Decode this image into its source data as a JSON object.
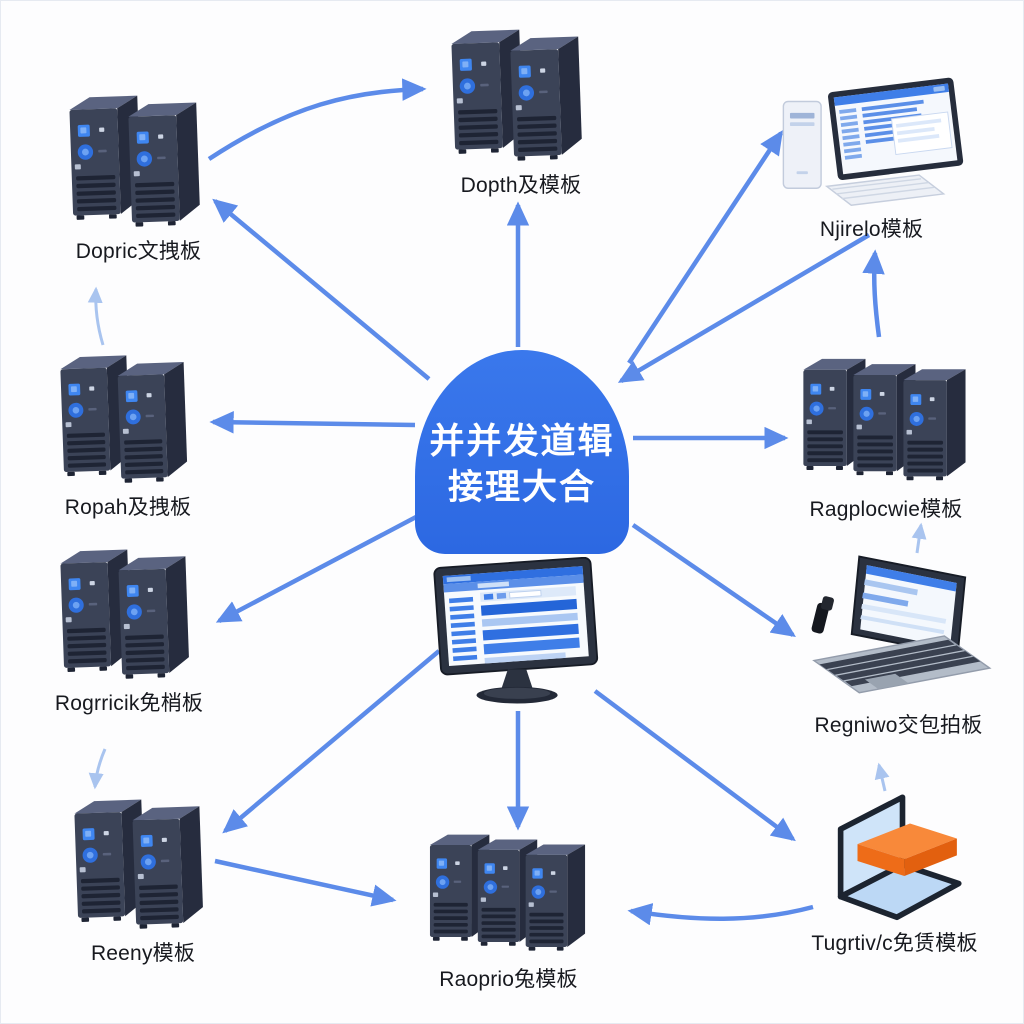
{
  "cloud": {
    "line1": "并并发道辑",
    "line2": "接理大合"
  },
  "nodes": [
    {
      "key": "top-left",
      "label": "Dopric文拽板",
      "icon": "server-pair-icon"
    },
    {
      "key": "top-center",
      "label": "Dopth及模板",
      "icon": "server-pair-icon"
    },
    {
      "key": "top-right",
      "label": "Njirelo模板",
      "icon": "desktop-computer-icon"
    },
    {
      "key": "mid-left",
      "label": "Ropah及拽板",
      "icon": "server-pair-icon"
    },
    {
      "key": "mid-right",
      "label": "Ragplocwie模板",
      "icon": "server-triple-icon"
    },
    {
      "key": "lower-left",
      "label": "Rogrricik免梢板",
      "icon": "server-pair-icon"
    },
    {
      "key": "center-bottom",
      "label": "",
      "icon": "monitor-icon"
    },
    {
      "key": "lower-right",
      "label": "Regniwo交包拍板",
      "icon": "laptop-icon"
    },
    {
      "key": "bottom-left",
      "label": "Reeny模板",
      "icon": "server-pair-icon"
    },
    {
      "key": "bottom-center",
      "label": "Raoprio兔模板",
      "icon": "server-triple-icon"
    },
    {
      "key": "bottom-right",
      "label": "Tugrtiv/c免赁模板",
      "icon": "module-box-icon"
    }
  ],
  "colors": {
    "cloud_blue": "#2e6ce5",
    "arrow_blue": "#4f82e8",
    "arrow_light_blue": "#a9c4ef",
    "server_front": "#3b4357",
    "screen_blue": "#3f7ee8",
    "module_orange": "#ee6c18",
    "label_text": "#17191f"
  }
}
